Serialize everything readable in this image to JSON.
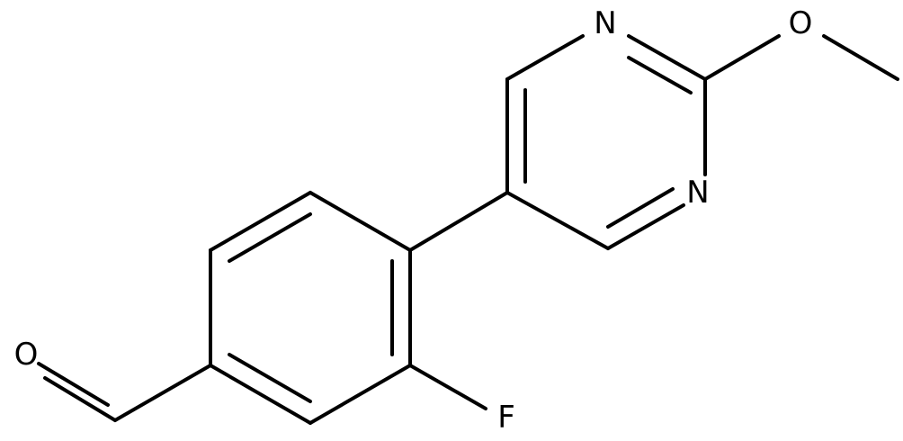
{
  "molecule": {
    "atoms": {
      "o_aldehyde": "O",
      "f": "F",
      "n_top": "N",
      "n_bottom": "N",
      "o_methoxy": "O"
    }
  },
  "colors": {
    "bond": "#000000",
    "label": "#000000",
    "background": "#ffffff"
  }
}
